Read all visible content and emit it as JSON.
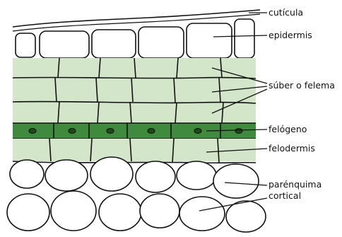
{
  "labels": {
    "cuticula": "cutícula",
    "epidermis": "epidermis",
    "suber": "súber o felema",
    "felogeno": "felógeno",
    "felodermis": "felodermis",
    "parenquima_1": "parénquima",
    "parenquima_2": "cortical"
  },
  "colors": {
    "suber_fill": "#d4e6c9",
    "felodermis_fill": "#d4e6c9",
    "felogeno_fill": "#3f8a3c",
    "felogeno_dots": "#1e4a1c",
    "outline": "#111111",
    "epidermis_fill": "#ffffff",
    "parenquima_fill": "#ffffff"
  }
}
